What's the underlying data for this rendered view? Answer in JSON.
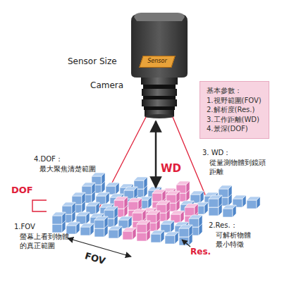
{
  "diagram": {
    "nodes": [
      {
        "text": [
          "Sensor"
        ]
      },
      {
        "text": [
          "基本參數：",
          "1.視野範圍(FOV)",
          "2.解析度(Res.)",
          "3.工作距離(WD)",
          "4.景深(DOF)"
        ]
      }
    ],
    "labels": [
      "Sensor Size",
      "Camera",
      "WD",
      "3. WD：",
      "從量測物體到鏡頭 距離",
      "4.DOF：",
      "最大聚焦清楚範圍",
      "DOF",
      "1.FOV",
      "螢幕上看到物體 的真正範圍",
      "FOV",
      "2.Res.：",
      "可解析物體 最小特徵",
      "Res."
    ]
  }
}
